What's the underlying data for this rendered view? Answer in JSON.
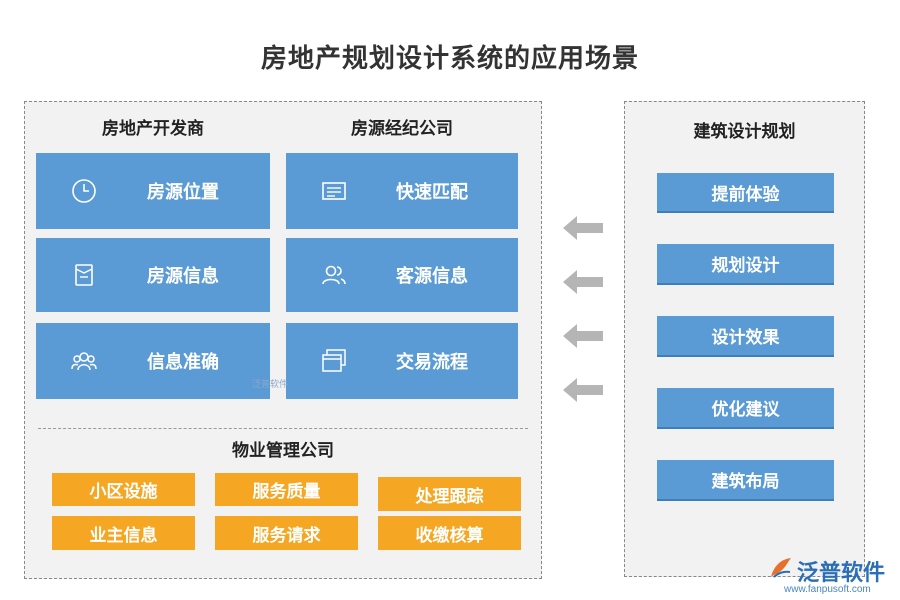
{
  "title": "房地产规划设计系统的应用场景",
  "left_panel": {
    "headers": [
      "房地产开发商",
      "房源经纪公司"
    ],
    "cards": [
      {
        "label": "房源位置",
        "icon": "clock-icon"
      },
      {
        "label": "快速匹配",
        "icon": "id-card-icon"
      },
      {
        "label": "房源信息",
        "icon": "document-icon"
      },
      {
        "label": "客源信息",
        "icon": "users-icon"
      },
      {
        "label": "信息准确",
        "icon": "group-icon"
      },
      {
        "label": "交易流程",
        "icon": "windows-icon"
      }
    ],
    "watermark": "泛普软件",
    "property_header": "物业管理公司",
    "property_items": [
      "小区设施",
      "服务质量",
      "处理跟踪",
      "业主信息",
      "服务请求",
      "收缴核算"
    ]
  },
  "right_panel": {
    "header": "建筑设计规划",
    "items": [
      "提前体验",
      "规划设计",
      "设计效果",
      "优化建议",
      "建筑布局"
    ]
  },
  "brand": {
    "name": "泛普软件",
    "url": "www.fanpusoft.com"
  },
  "colors": {
    "card_blue": "#5b9bd5",
    "card_orange": "#f5a623",
    "arrow_gray": "#b5b5b5",
    "panel_bg": "#f2f2f2"
  }
}
